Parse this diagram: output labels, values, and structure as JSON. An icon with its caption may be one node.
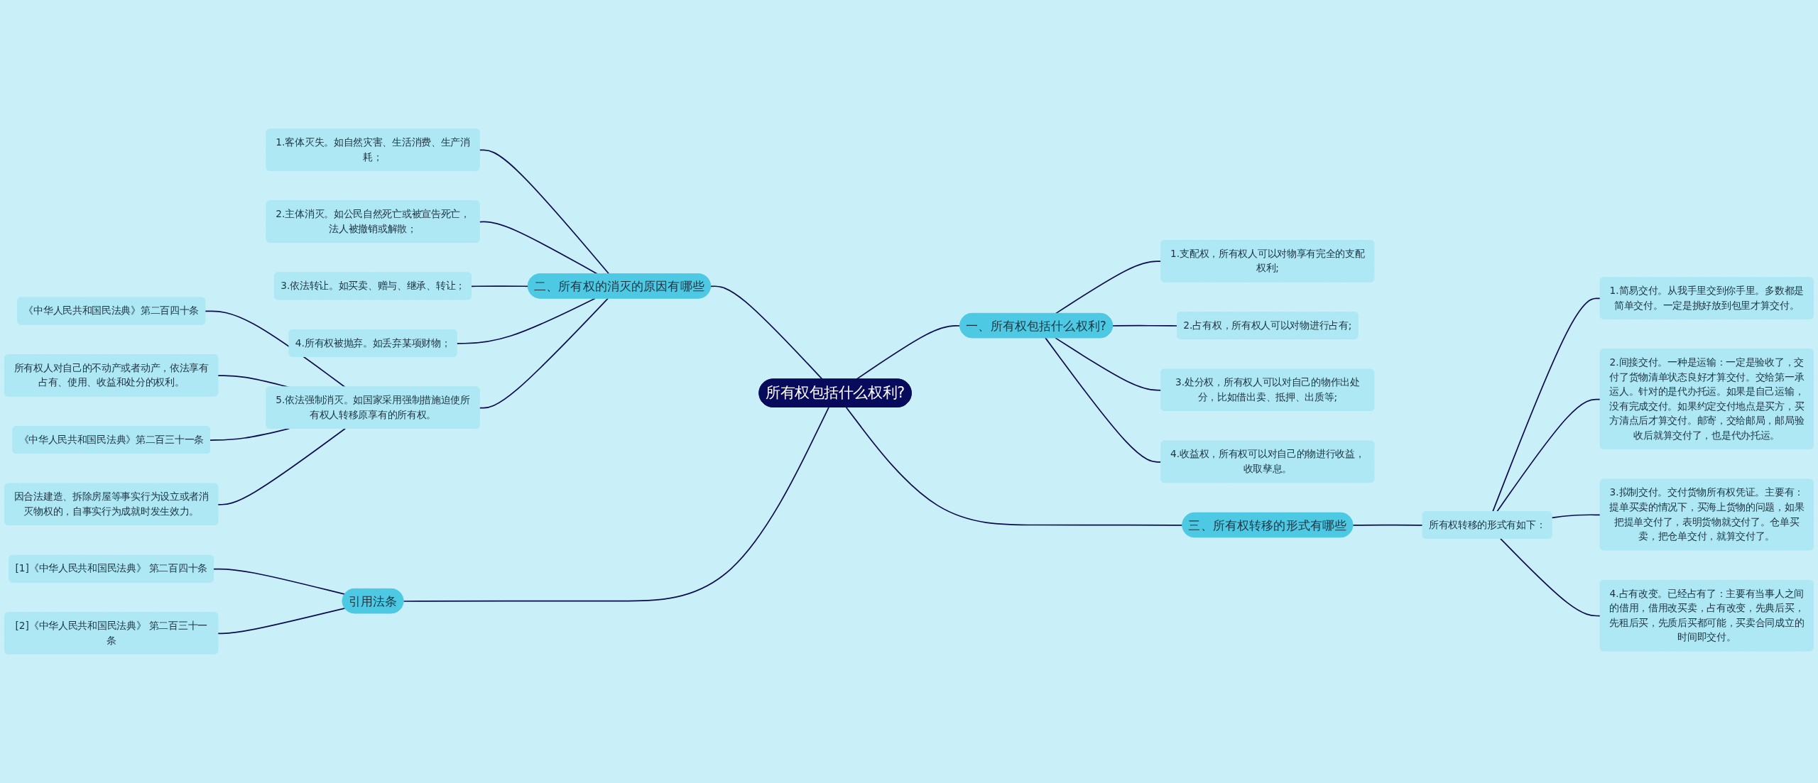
{
  "diagram": {
    "nodes": [
      {
        "text": [
          "所有权包括什么权利?"
        ]
      },
      {
        "text": [
          "一、所有权包括什么权利?"
        ]
      },
      {
        "text": [
          "1.支配权，所有权人可以对物享有完全的支配权利;"
        ]
      },
      {
        "text": [
          "2.占有权，所有权人可以对物进行占有;"
        ]
      },
      {
        "text": [
          "3.处分权，所有权人可以对自己的物作出处分，比如借出卖、抵押、出质等;"
        ]
      },
      {
        "text": [
          "4.收益权，所有权可以对自己的物进行收益，收取孳息。"
        ]
      },
      {
        "text": [
          "二、所有权的消灭的原因有哪些"
        ]
      },
      {
        "text": [
          "1.客体灭失。如自然灾害、生活消费、生产消耗；"
        ]
      },
      {
        "text": [
          "2.主体消灭。如公民自然死亡或被宣告死亡，法人被撤销或解散；"
        ]
      },
      {
        "text": [
          "3.依法转让。如买卖、赠与、继承、转让；"
        ]
      },
      {
        "text": [
          "4.所有权被抛弃。如丢弃某项财物；"
        ]
      },
      {
        "text": [
          "5.依法强制消灭。如国家采用强制措施迫使所有权人转移原享有的所有权。"
        ]
      },
      {
        "text": [
          "《中华人民共和国民法典》第二百四十条"
        ]
      },
      {
        "text": [
          "所有权人对自己的不动产或者动产，依法享有占有、使用、收益和处分的权利。"
        ]
      },
      {
        "text": [
          "《中华人民共和国民法典》第二百三十一条"
        ]
      },
      {
        "text": [
          "因合法建造、拆除房屋等事实行为设立或者消灭物权的，自事实行为成就时发生效力。"
        ]
      },
      {
        "text": [
          "三、所有权转移的形式有哪些"
        ]
      },
      {
        "text": [
          "所有权转移的形式有如下："
        ]
      },
      {
        "text": [
          "1.简易交付。从我手里交到你手里。多数都是简单交付。一定是挑好放到包里才算交付。"
        ]
      },
      {
        "text": [
          "2.间接交付。一种是运输：一定是验收了，交付了货物清单状态良好才算交付。交给第一承运人。针对的是代办托运。如果是自己运输，没有完成交付。如果约定交付地点是买方，买方清点后才算交付。邮寄，交给邮局，邮局验收后就算交付了，也是代办托运。"
        ]
      },
      {
        "text": [
          "3.拟制交付。交付货物所有权凭证。主要有：提单买卖的情况下，买海上货物的问题，如果把提单交付了，表明货物就交付了。仓单买卖，把仓单交付，就算交付了。"
        ]
      },
      {
        "text": [
          "4.占有改变。已经占有了：主要有当事人之间的借用，借用改买卖，占有改变，先典后买，先租后买，先质后买都可能，买卖合同成立的时间即交付。"
        ]
      },
      {
        "text": [
          "引用法条"
        ]
      },
      {
        "text": [
          "[1]《中华人民共和国民法典》 第二百四十条"
        ]
      },
      {
        "text": [
          "[2]《中华人民共和国民法典》 第二百三十一条"
        ]
      }
    ],
    "edges": [
      {
        "from": 0,
        "to": 1,
        "arrow": "none"
      },
      {
        "from": 1,
        "to": 2,
        "arrow": "none"
      },
      {
        "from": 1,
        "to": 3,
        "arrow": "none"
      },
      {
        "from": 1,
        "to": 4,
        "arrow": "none"
      },
      {
        "from": 1,
        "to": 5,
        "arrow": "none"
      },
      {
        "from": 0,
        "to": 6,
        "arrow": "none"
      },
      {
        "from": 6,
        "to": 7,
        "arrow": "none"
      },
      {
        "from": 6,
        "to": 8,
        "arrow": "none"
      },
      {
        "from": 6,
        "to": 9,
        "arrow": "none"
      },
      {
        "from": 6,
        "to": 10,
        "arrow": "none"
      },
      {
        "from": 6,
        "to": 11,
        "arrow": "none"
      },
      {
        "from": 11,
        "to": 12,
        "arrow": "none"
      },
      {
        "from": 11,
        "to": 13,
        "arrow": "none"
      },
      {
        "from": 11,
        "to": 14,
        "arrow": "none"
      },
      {
        "from": 11,
        "to": 15,
        "arrow": "none"
      },
      {
        "from": 0,
        "to": 16,
        "arrow": "none"
      },
      {
        "from": 16,
        "to": 17,
        "arrow": "none"
      },
      {
        "from": 17,
        "to": 18,
        "arrow": "none"
      },
      {
        "from": 17,
        "to": 19,
        "arrow": "none"
      },
      {
        "from": 17,
        "to": 20,
        "arrow": "none"
      },
      {
        "from": 17,
        "to": 21,
        "arrow": "none"
      },
      {
        "from": 0,
        "to": 22,
        "arrow": "none"
      },
      {
        "from": 22,
        "to": 23,
        "arrow": "none"
      },
      {
        "from": 22,
        "to": 24,
        "arrow": "none"
      }
    ]
  }
}
